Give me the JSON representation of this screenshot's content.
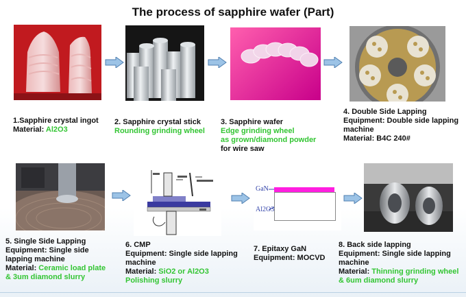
{
  "title": "The process of sapphire wafer (Part)",
  "steps": [
    {
      "l1": "1.Sapphire crystal ingot",
      "l2a": "Material: ",
      "l2b": "Al2O3"
    },
    {
      "l1": "2. Sapphire crystal stick",
      "l2": "Rounding grinding wheel"
    },
    {
      "l1": "3. Sapphire wafer",
      "l2": "Edge grinding wheel",
      "l3": "as grown/diamond powder",
      "l4": "for wire saw"
    },
    {
      "l1": "4. Double Side Lapping",
      "l2": "Equipment: Double side lapping",
      "l3": "machine",
      "l4": "Material: B4C 240#"
    },
    {
      "l1": "5. Single Side Lapping",
      "l2": "Equipment: Single side",
      "l3": "lapping machine",
      "l4a": "Material: ",
      "l4b": "Ceramic load plate",
      "l5": "& 3um diamond slurry"
    },
    {
      "l1": "6. CMP",
      "l2": "Equipment: Single side lapping",
      "l3": "machine",
      "l4a": "Material: ",
      "l4b": "SiO2 or Al2O3",
      "l5": "Polishing slurry"
    },
    {
      "l1": "7. Epitaxy GaN",
      "l2": "Equipment: MOCVD"
    },
    {
      "l1": "8. Back side lapping",
      "l2": "Equipment: Single side lapping",
      "l3": "machine",
      "l4a": "Material: ",
      "l4b": "Thinning grinding wheel",
      "l5": "& 6um diamond slurry"
    }
  ],
  "epi": {
    "gan": "GaN",
    "sub": "Al2O3"
  },
  "colors": {
    "green": "#33c533",
    "arrow": "#9cc3e6",
    "arrow_stroke": "#4f7fb0"
  }
}
